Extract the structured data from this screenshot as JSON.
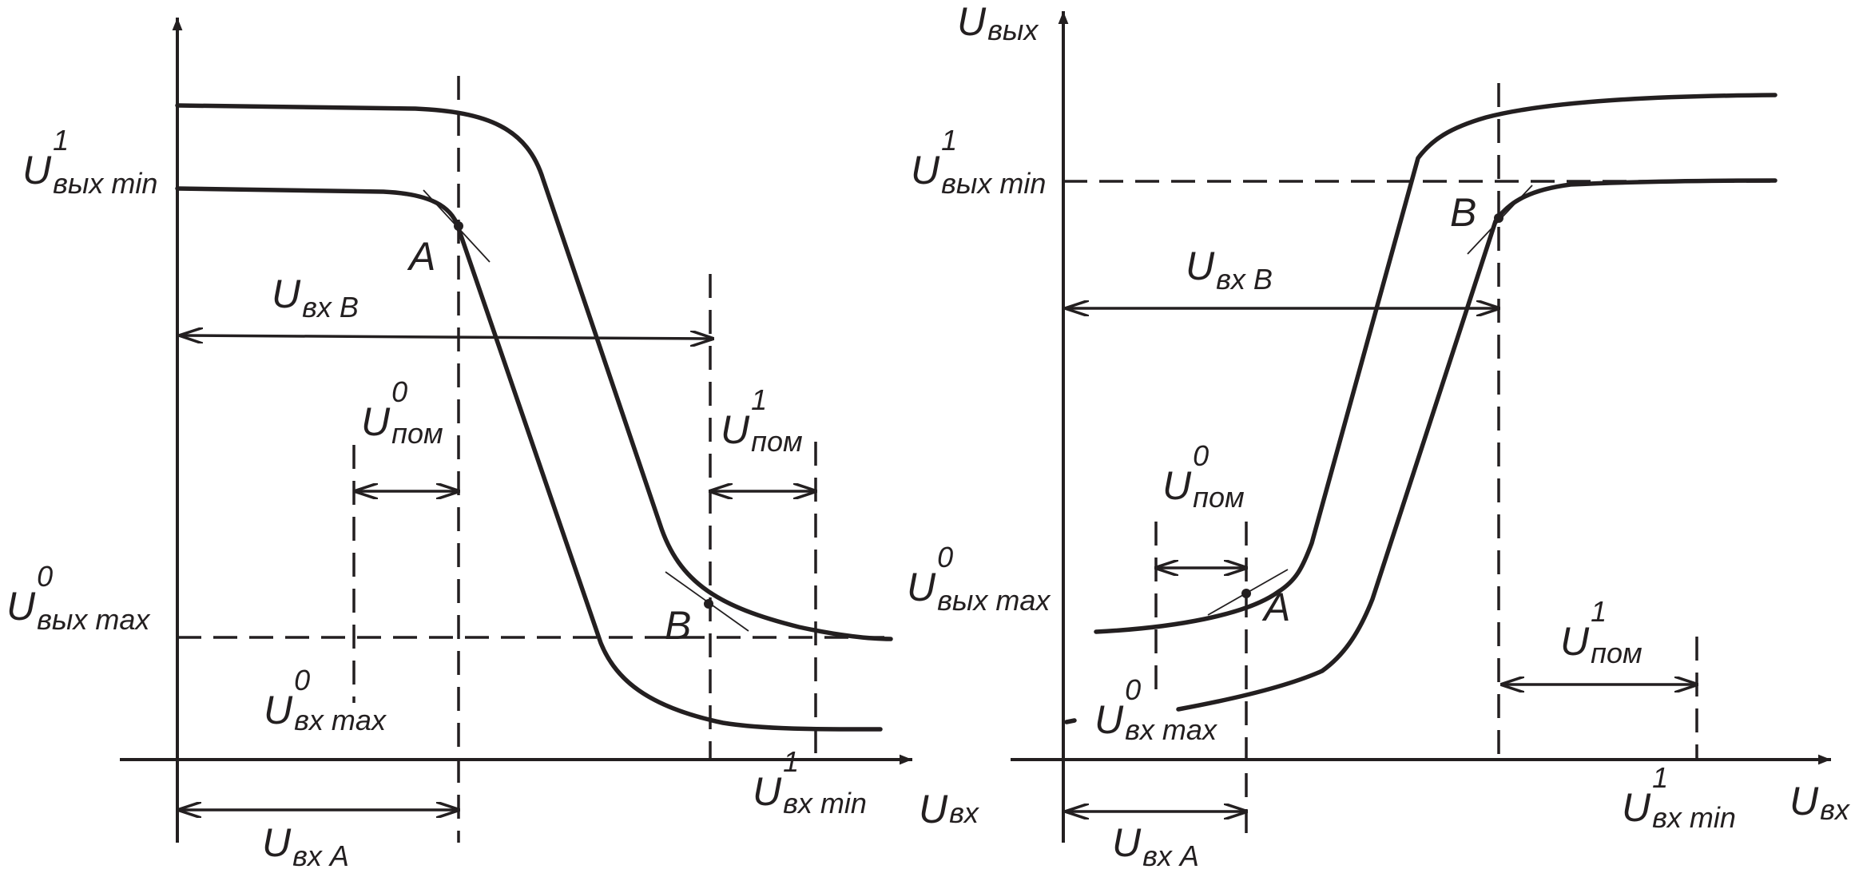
{
  "left": {
    "axis_x": {
      "main": "U",
      "sub": "вх"
    },
    "u_out_min_1": {
      "main": "U",
      "sup": "1",
      "sub": "вых min"
    },
    "u_out_max_0": {
      "main": "U",
      "sup": "0",
      "sub": "вых max"
    },
    "u_in_B": {
      "main": "U",
      "sub": "вх B"
    },
    "u_pom_0": {
      "main": "U",
      "sup": "0",
      "sub": "пом"
    },
    "u_pom_1": {
      "main": "U",
      "sup": "1",
      "sub": "пом"
    },
    "u_in_max_0": {
      "main": "U",
      "sup": "0",
      "sub": "вх max"
    },
    "u_in_min_1": {
      "main": "U",
      "sup": "1",
      "sub": "вх min"
    },
    "u_in_A": {
      "main": "U",
      "sub": "вх A"
    },
    "point_A": "A",
    "point_B": "B"
  },
  "right": {
    "axis_y": {
      "main": "U",
      "sub": "вых"
    },
    "axis_x": {
      "main": "U",
      "sub": "вх"
    },
    "u_out_min_1": {
      "main": "U",
      "sup": "1",
      "sub": "вых min"
    },
    "u_out_max_0": {
      "main": "U",
      "sup": "0",
      "sub": "вых max"
    },
    "u_in_B": {
      "main": "U",
      "sub": "вх B"
    },
    "u_pom_0": {
      "main": "U",
      "sup": "0",
      "sub": "пом"
    },
    "u_pom_1": {
      "main": "U",
      "sup": "1",
      "sub": "пом"
    },
    "u_in_max_0": {
      "main": "U",
      "sup": "0",
      "sub": "вх max"
    },
    "u_in_min_1": {
      "main": "U",
      "sup": "1",
      "sub": "вх min"
    },
    "u_in_A": {
      "main": "U",
      "sub": "вх A"
    },
    "point_A": "A",
    "point_B": "B"
  },
  "colors": {
    "ink": "#231f20",
    "background": "#ffffff"
  }
}
